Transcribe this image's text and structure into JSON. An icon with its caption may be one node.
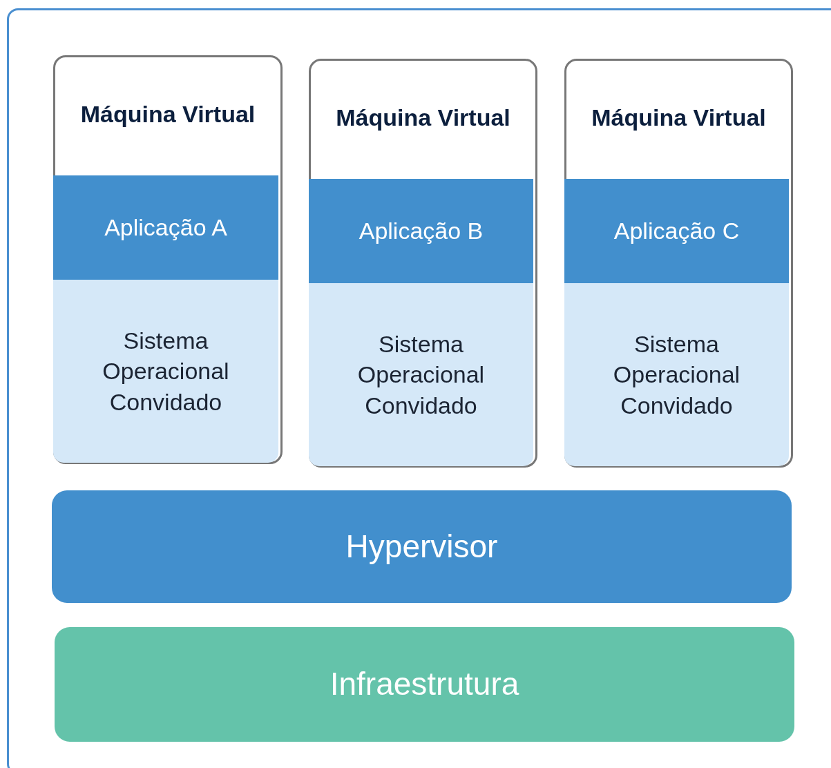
{
  "diagram": {
    "nodes": [
      {
        "text": [
          "Máquina Virtual"
        ]
      },
      {
        "text": [
          "Aplicação A"
        ],
        "in": 0
      },
      {
        "text": [
          "Sistema Operacional Convidado"
        ],
        "in": 0
      },
      {
        "text": [
          "Máquina Virtual"
        ]
      },
      {
        "text": [
          "Aplicação B"
        ],
        "in": 3
      },
      {
        "text": [
          "Sistema Operacional Convidado"
        ],
        "in": 3
      },
      {
        "text": [
          "Máquina Virtual"
        ]
      },
      {
        "text": [
          "Aplicação C"
        ],
        "in": 6
      },
      {
        "text": [
          "Sistema Operacional Convidado"
        ],
        "in": 6
      },
      {
        "text": [
          "Hypervisor"
        ]
      },
      {
        "text": [
          "Infraestrutura"
        ]
      }
    ]
  }
}
